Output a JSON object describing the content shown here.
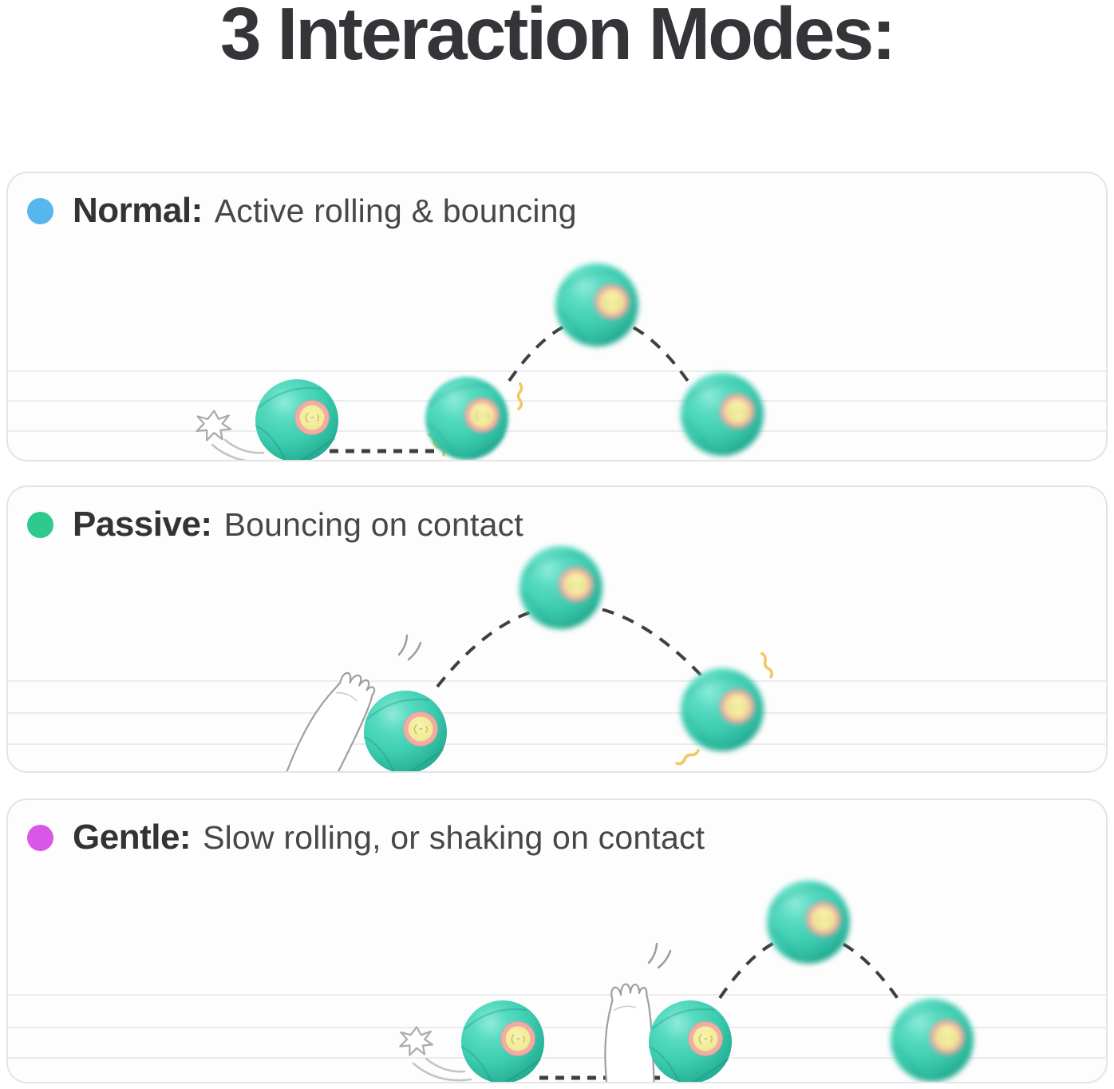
{
  "title": "3 Interaction Modes:",
  "modes": [
    {
      "name": "normal",
      "label": "Normal:",
      "description": "Active rolling & bouncing",
      "dot_color": "#58B6EE"
    },
    {
      "name": "passive",
      "label": "Passive:",
      "description": "Bouncing on contact",
      "dot_color": "#2FC98E"
    },
    {
      "name": "gentle",
      "label": "Gentle:",
      "description": "Slow rolling, or shaking on contact",
      "dot_color": "#D957E6"
    }
  ],
  "colors": {
    "title_text": "#333538",
    "label_text": "#333333",
    "description_text": "#474747",
    "panel_border": "#E4E4E7",
    "panel_background": "#FDFDFD",
    "floor_line": "#ECECEE",
    "ball_teal": "#41D2B6",
    "ball_teal_dark": "#1E9E86",
    "ball_window_ring_pink": "#F2ACA4",
    "ball_window_center_yellow": "#F4EF9F",
    "trajectory_dash": "#3F3F3F",
    "impact_squiggle_yellow": "#EFC85F",
    "paw_outline_gray": "#9E9E9E"
  }
}
